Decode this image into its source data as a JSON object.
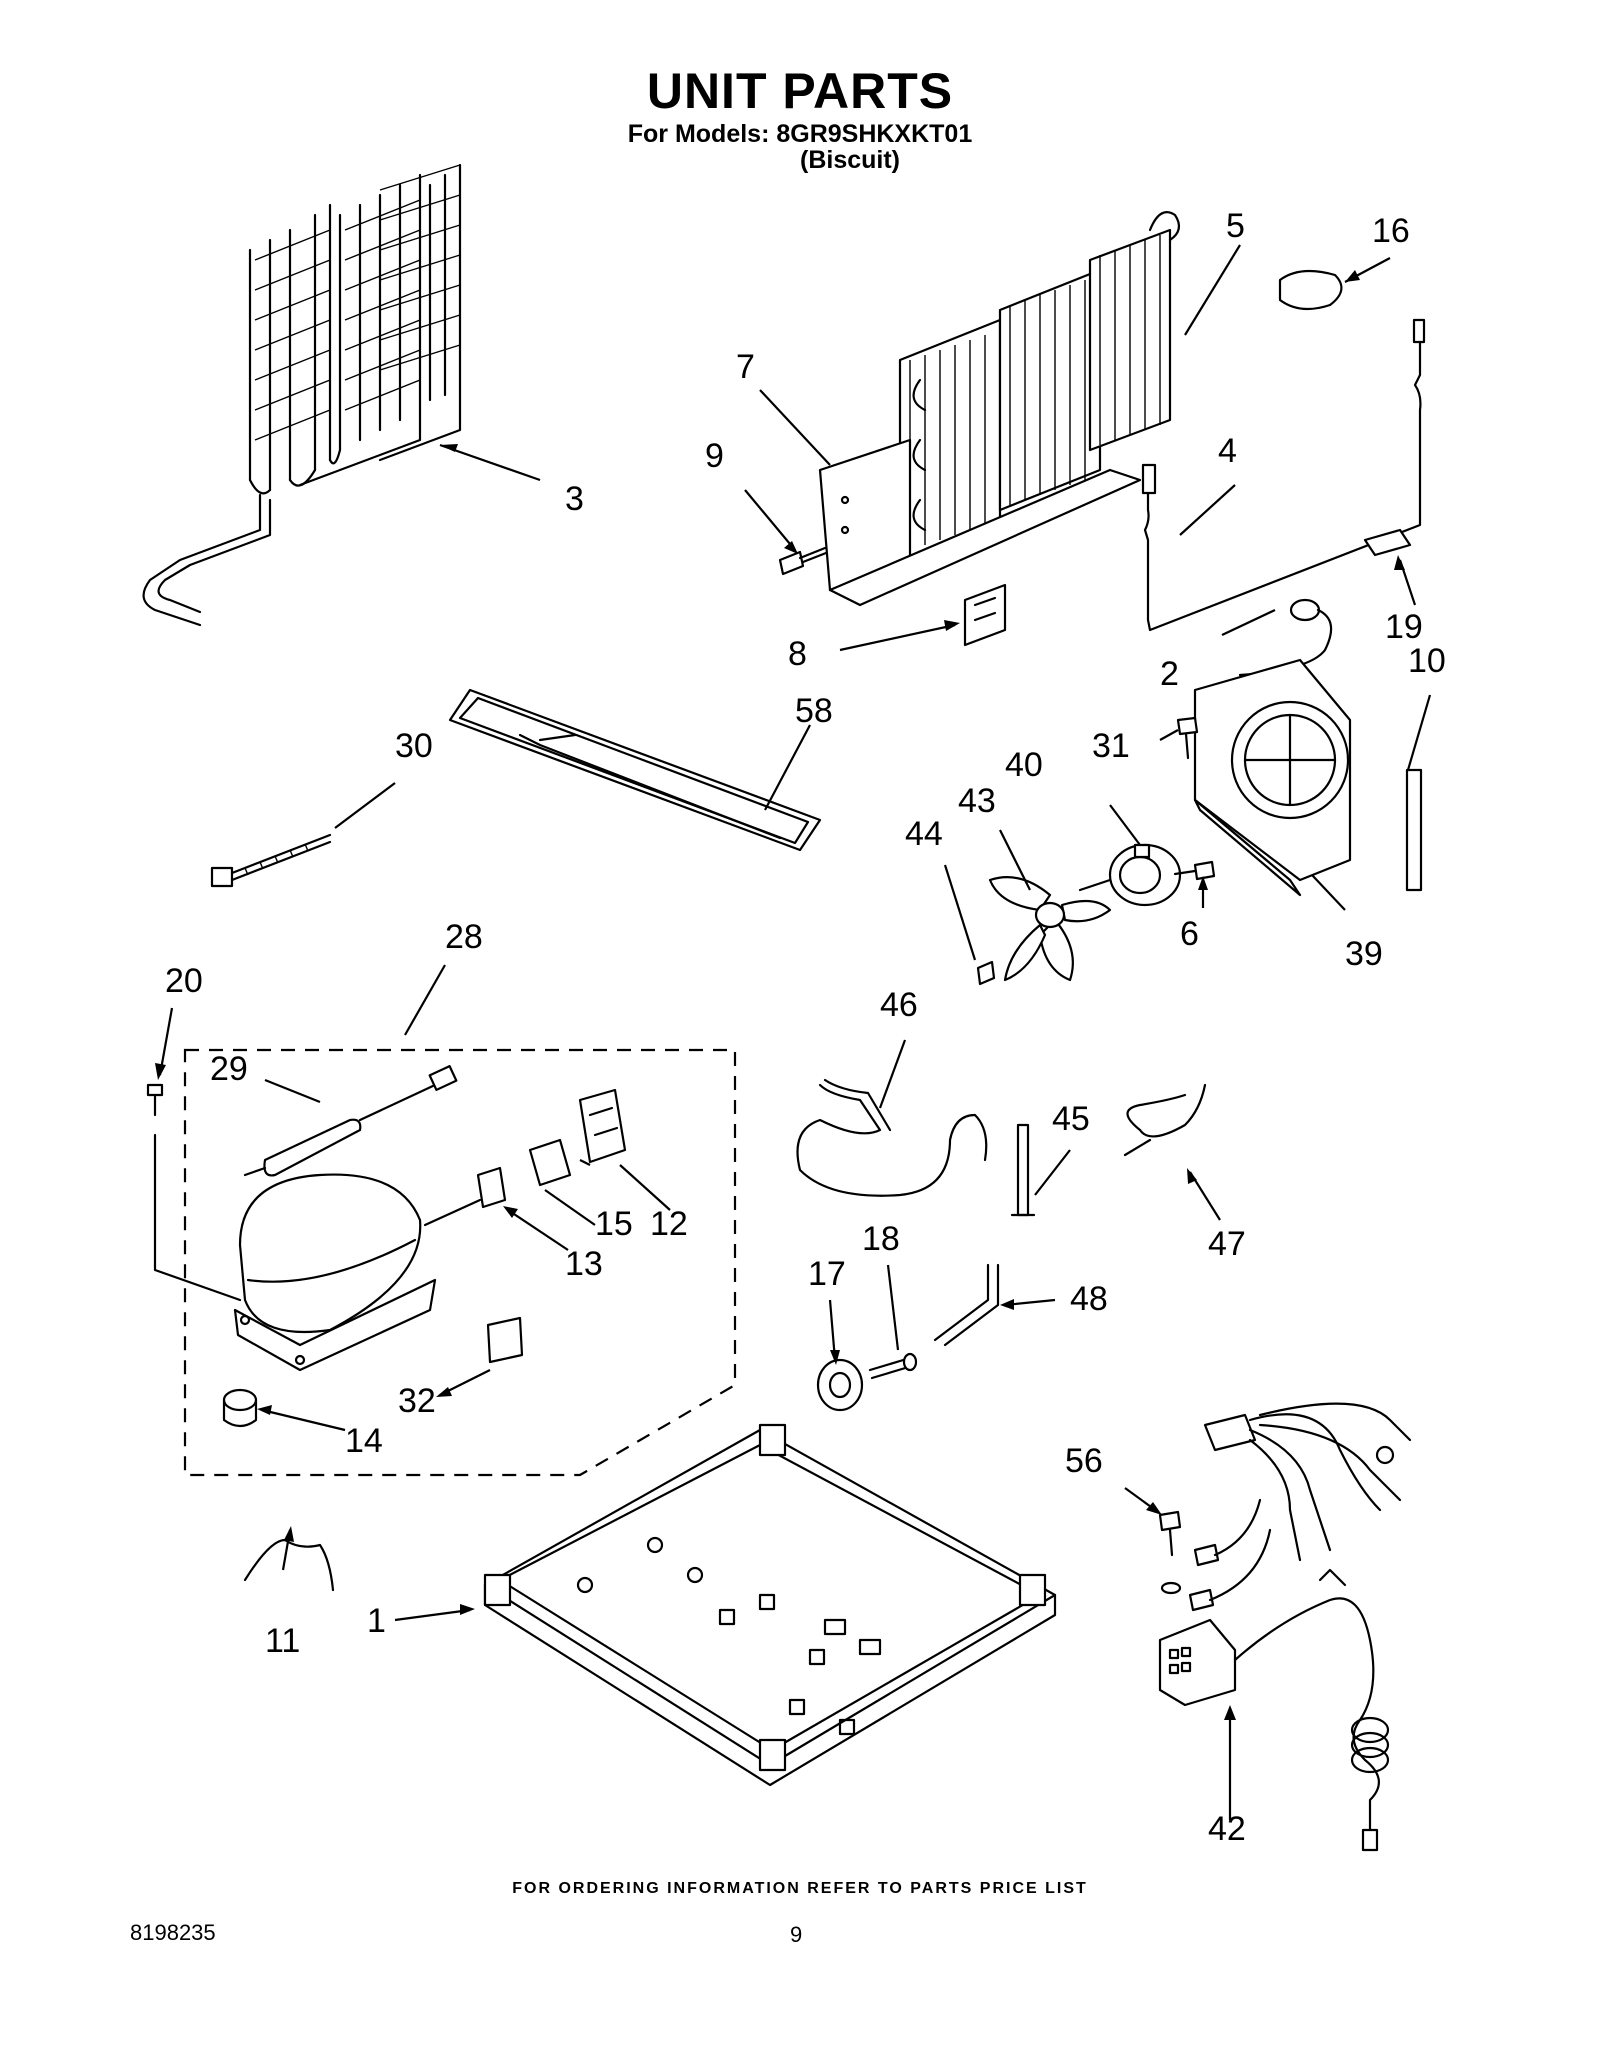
{
  "header": {
    "title": "UNIT PARTS",
    "models": "For Models: 8GR9SHKXKT01",
    "variant": "(Biscuit)"
  },
  "callouts": {
    "p1": "1",
    "p2": "2",
    "p3": "3",
    "p4": "4",
    "p5": "5",
    "p6": "6",
    "p7": "7",
    "p8": "8",
    "p9": "9",
    "p10": "10",
    "p11": "11",
    "p12": "12",
    "p13": "13",
    "p14": "14",
    "p15": "15",
    "p16": "16",
    "p17": "17",
    "p18": "18",
    "p19": "19",
    "p20": "20",
    "p28": "28",
    "p29": "29",
    "p30": "30",
    "p31": "31",
    "p32": "32",
    "p39": "39",
    "p40": "40",
    "p42": "42",
    "p43": "43",
    "p44": "44",
    "p45": "45",
    "p46": "46",
    "p47": "47",
    "p48": "48",
    "p56": "56",
    "p58": "58"
  },
  "footer": {
    "ordering_note": "FOR ORDERING INFORMATION REFER TO PARTS PRICE LIST",
    "doc_number": "8198235",
    "page_number": "9"
  }
}
